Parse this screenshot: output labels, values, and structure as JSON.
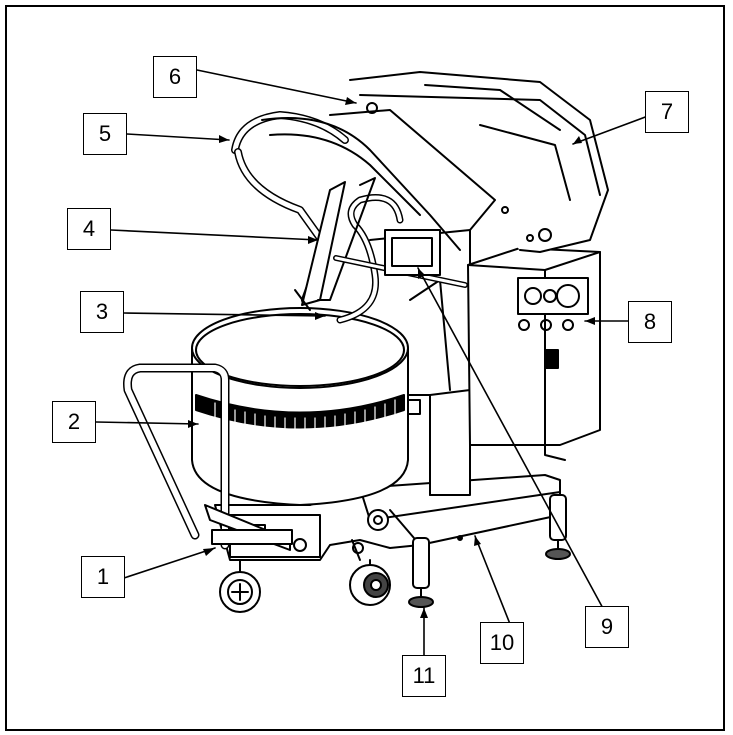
{
  "figure": {
    "callouts": [
      {
        "id": "1",
        "label": "1"
      },
      {
        "id": "2",
        "label": "2"
      },
      {
        "id": "3",
        "label": "3"
      },
      {
        "id": "4",
        "label": "4"
      },
      {
        "id": "5",
        "label": "5"
      },
      {
        "id": "6",
        "label": "6"
      },
      {
        "id": "7",
        "label": "7"
      },
      {
        "id": "8",
        "label": "8"
      },
      {
        "id": "9",
        "label": "9"
      },
      {
        "id": "10",
        "label": "10"
      },
      {
        "id": "11",
        "label": "11"
      }
    ],
    "colors": {
      "line": "#000000",
      "background": "#ffffff",
      "shade": "#d9d9d9"
    }
  }
}
